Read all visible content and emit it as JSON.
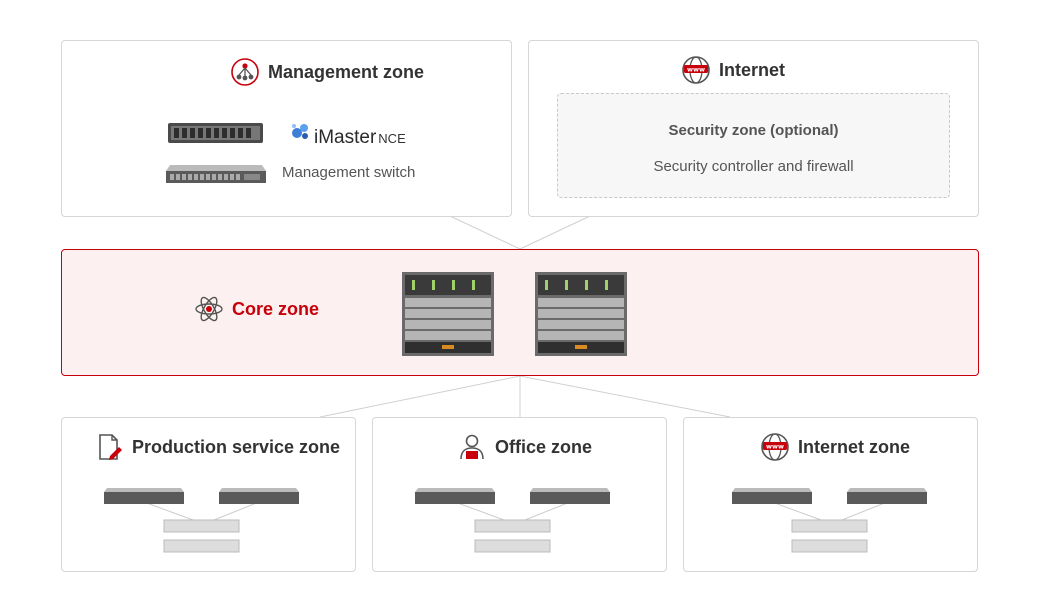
{
  "zones": {
    "management": {
      "title": "Management zone",
      "icon": "network-hub-icon",
      "product": {
        "name": "iMaster",
        "suffix": "NCE"
      },
      "switch_label": "Management switch"
    },
    "internet_top": {
      "title": "Internet",
      "icon": "www-globe-icon",
      "security": {
        "title": "Security zone (optional)",
        "description": "Security controller and firewall"
      }
    },
    "core": {
      "title": "Core zone",
      "icon": "atom-icon"
    },
    "production": {
      "title": "Production service zone",
      "icon": "document-pen-icon"
    },
    "office": {
      "title": "Office zone",
      "icon": "office-worker-icon"
    },
    "internet_bottom": {
      "title": "Internet zone",
      "icon": "www-globe-icon"
    }
  },
  "colors": {
    "accent": "#c7000b",
    "core_bg": "#fdf0f0",
    "core_border": "#c7000b",
    "border": "#d6d6d6",
    "text": "#333333"
  }
}
